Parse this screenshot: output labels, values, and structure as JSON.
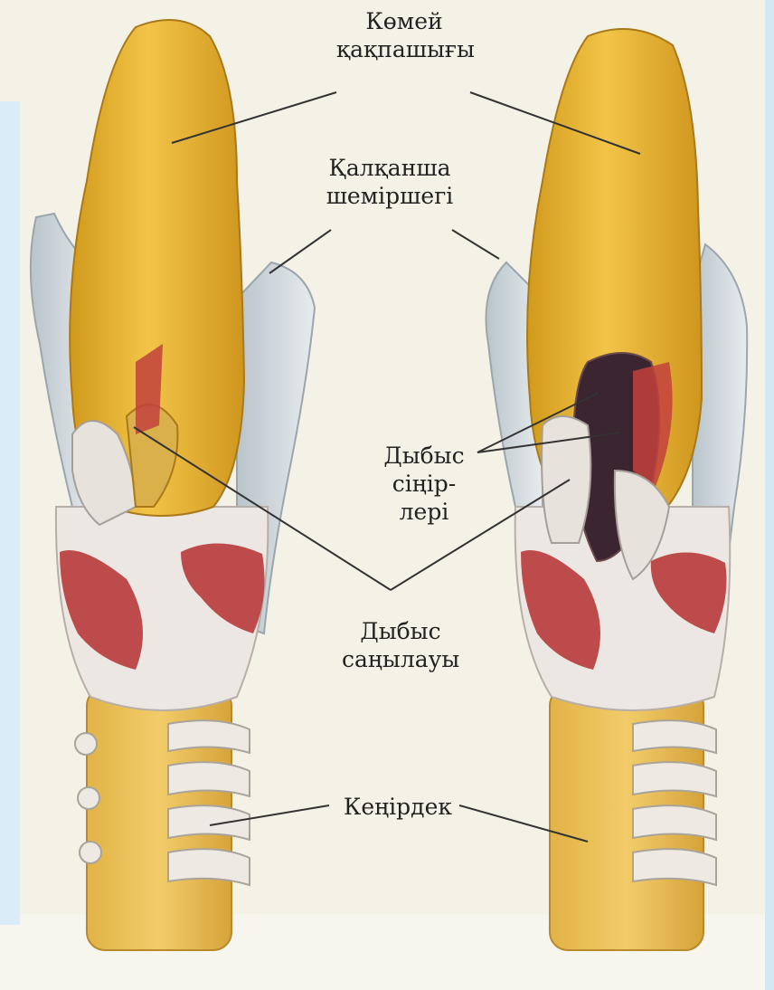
{
  "labels": {
    "epiglottis": [
      "Көмей",
      "қақпашығы"
    ],
    "thyroid_cartilage": [
      "Қалқанша",
      "шеміршегі"
    ],
    "vocal_cords": [
      "Дыбыс",
      "сіңір-",
      "лері"
    ],
    "glottis": [
      "Дыбыс",
      "саңылауы"
    ],
    "trachea": [
      "Кеңірдек"
    ]
  },
  "colors": {
    "cartilage_yellow": "#e8b834",
    "cartilage_shadow": "#c98f1a",
    "muscle_red": "#b83a3a",
    "membrane_white": "#ece7e3",
    "thyroid_grey": "#cfd6da",
    "leader_line": "#333333"
  }
}
